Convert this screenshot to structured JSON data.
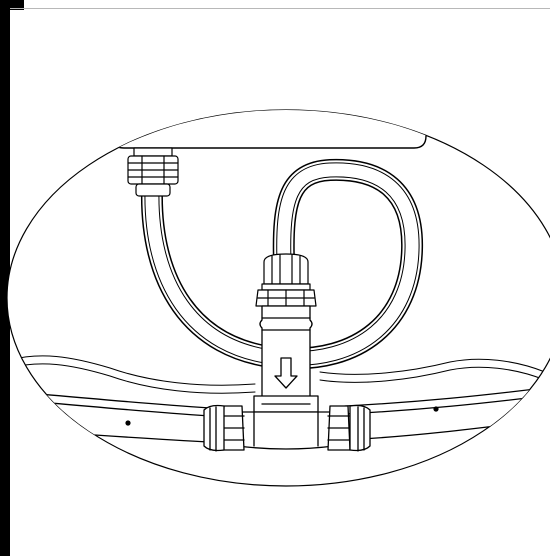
{
  "figure": {
    "description_kind": "line-drawing",
    "style": {
      "stroke": "#000000",
      "fill": "#ffffff",
      "frame": "#000000",
      "rule": "#b8b8b8"
    }
  },
  "flow_arrow": {
    "direction": "down",
    "icon": "arrow-down-icon"
  },
  "components": {
    "housing": "enclosure",
    "inlet_gland": "cable-gland",
    "cable": "cable-loop",
    "tee": "tee-fitting",
    "pipe": "pipe-run",
    "wall_points": 2
  }
}
